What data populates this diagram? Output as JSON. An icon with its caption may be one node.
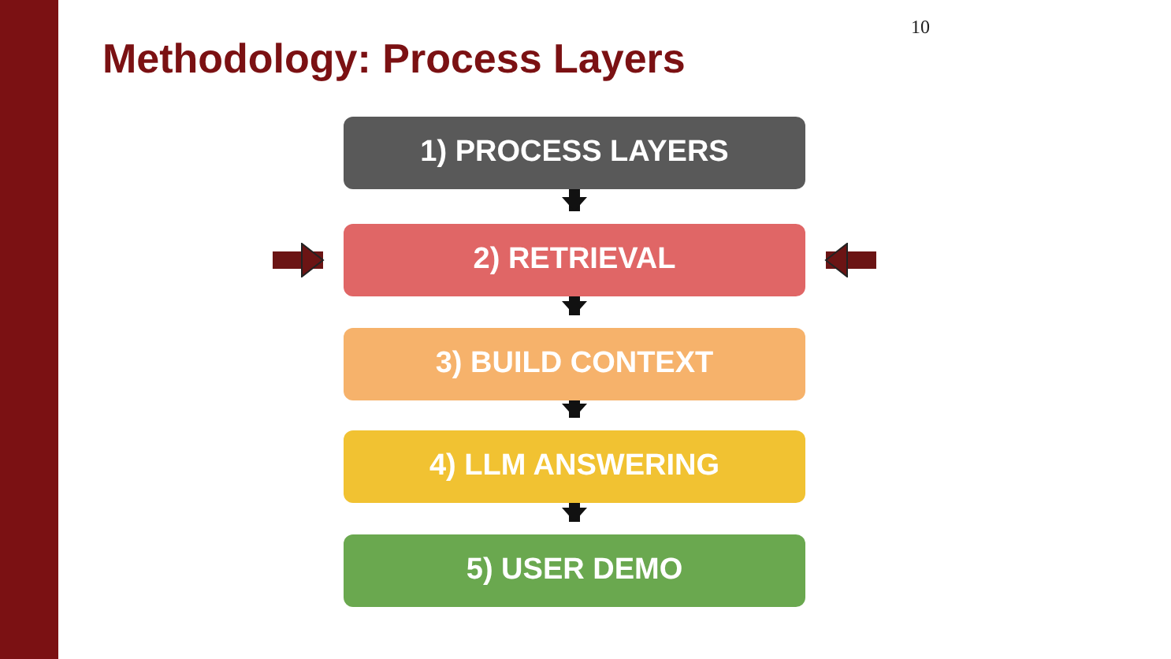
{
  "diagram": {
    "title": "Methodology: Process Layers",
    "nodes": [
      {
        "text": [
          "1) PROCESS LAYERS"
        ]
      },
      {
        "text": [
          "2) RETRIEVAL"
        ]
      },
      {
        "text": [
          "3) BUILD CONTEXT"
        ]
      },
      {
        "text": [
          "4) LLM ANSWERING"
        ]
      },
      {
        "text": [
          "5) USER DEMO"
        ]
      }
    ],
    "edges": [
      {
        "from": 0,
        "to": 1,
        "arrow": "to"
      },
      {
        "from": 1,
        "to": 2,
        "arrow": "to"
      },
      {
        "from": 2,
        "to": 3,
        "arrow": "to"
      },
      {
        "from": 3,
        "to": 4,
        "arrow": "to"
      },
      {
        "from": null,
        "to": 1,
        "arrow": "to",
        "color": "#6b1414"
      },
      {
        "from": null,
        "to": 1,
        "arrow": "to",
        "color": "#6b1414"
      }
    ],
    "labels": [
      "10"
    ]
  }
}
